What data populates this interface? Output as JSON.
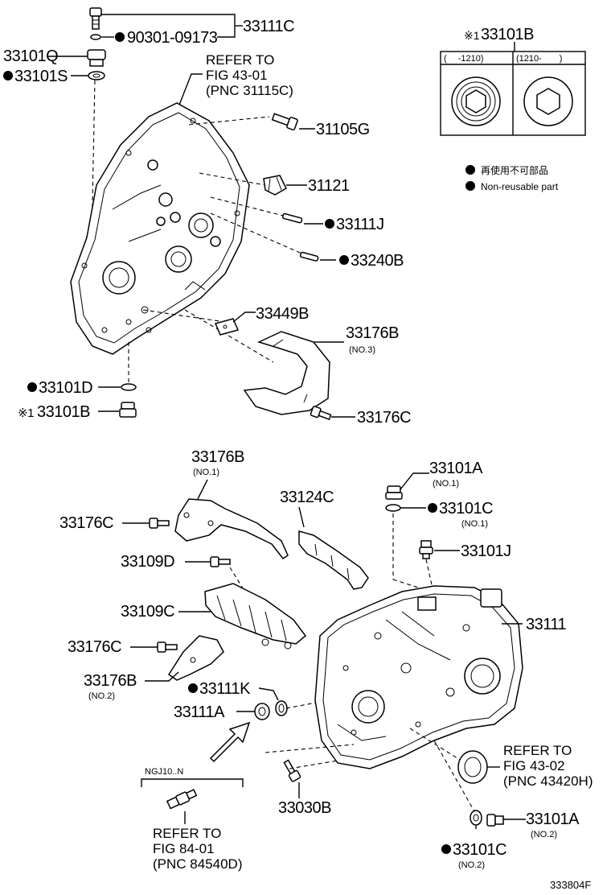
{
  "parts": {
    "p33111C": "33111C",
    "p90301": "90301-09173",
    "p33101Q": "33101Q",
    "p33101S": "33101S",
    "p31105G": "31105G",
    "p31121": "31121",
    "p33111J": "33111J",
    "p33240B": "33240B",
    "p33449B": "33449B",
    "p33176B_top": "33176B",
    "p33176B_top_sub": "(NO.3)",
    "p33101D": "33101D",
    "p33101B_bot": "33101B",
    "p33101B_bot_prefix": "※1",
    "p33176C_top": "33176C",
    "p33176B_no1": "33176B",
    "p33176B_no1_sub": "(NO.1)",
    "p33124C": "33124C",
    "p33101A_no1": "33101A",
    "p33101A_no1_sub": "(NO.1)",
    "p33101C_no1": "33101C",
    "p33101C_no1_sub": "(NO.1)",
    "p33176C_mid": "33176C",
    "p33101J": "33101J",
    "p33109D": "33109D",
    "p33109C": "33109C",
    "p33111": "33111",
    "p33176C_low": "33176C",
    "p33176B_no2": "33176B",
    "p33176B_no2_sub": "(NO.2)",
    "p33111K": "33111K",
    "p33111A": "33111A",
    "p33030B": "33030B",
    "p33101A_no2": "33101A",
    "p33101A_no2_sub": "(NO.2)",
    "p33101C_no2": "33101C",
    "p33101C_no2_sub": "(NO.2)"
  },
  "refs": {
    "ref1_l1": "REFER TO",
    "ref1_l2": "FIG 43-01",
    "ref1_l3": "(PNC 31115C)",
    "ref2_l1": "REFER TO",
    "ref2_l2": "FIG 43-02",
    "ref2_l3": "(PNC 43420H)",
    "ref3_l1": "REFER TO",
    "ref3_l2": "FIG 84-01",
    "ref3_l3": "(PNC 84540D)",
    "ngj": "NGJ10..N"
  },
  "inset": {
    "title": "33101B",
    "title_prefix": "※1",
    "col1": "(　 -1210)",
    "col2": "(1210-　　)"
  },
  "legend": {
    "jp": "再使用不可部品",
    "en": "Non-reusable part"
  },
  "figure_id": "333804F"
}
